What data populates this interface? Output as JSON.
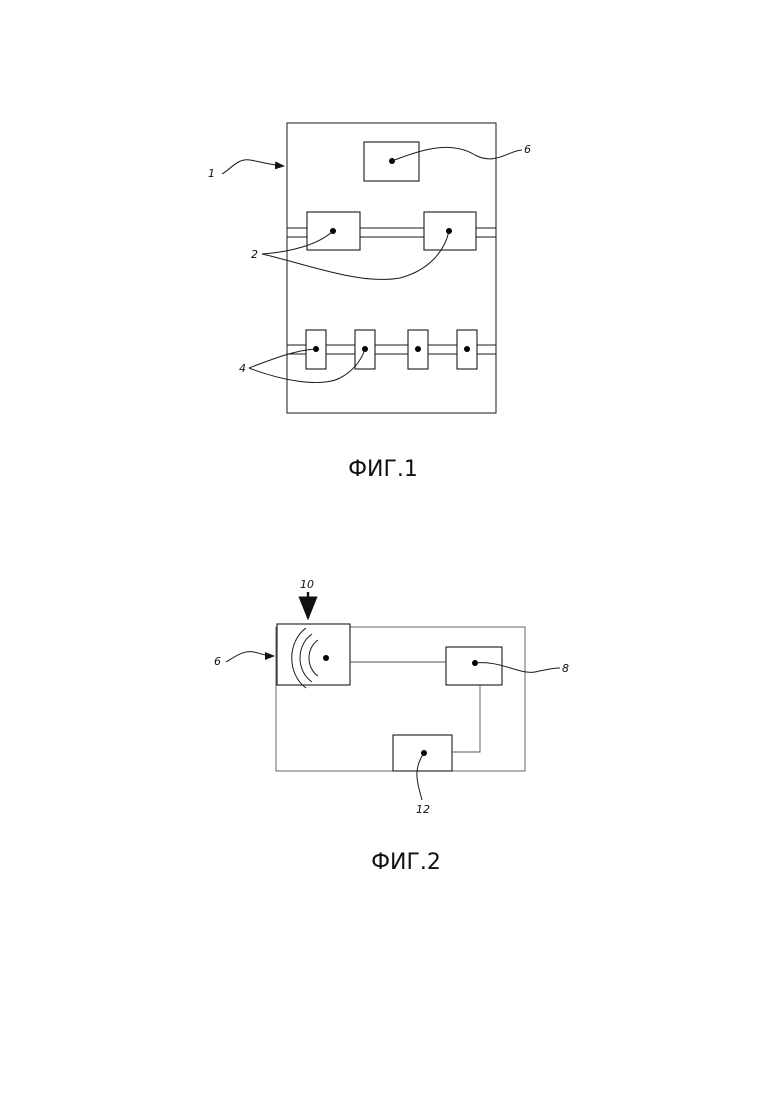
{
  "figures": [
    {
      "caption": "ФИГ.1",
      "refs": {
        "device": "1",
        "rails": "2",
        "sensors": "4",
        "module": "6"
      }
    },
    {
      "caption": "ФИГ.2",
      "refs": {
        "module": "6",
        "signal": "10",
        "unit_8": "8",
        "unit_12": "12"
      }
    }
  ]
}
